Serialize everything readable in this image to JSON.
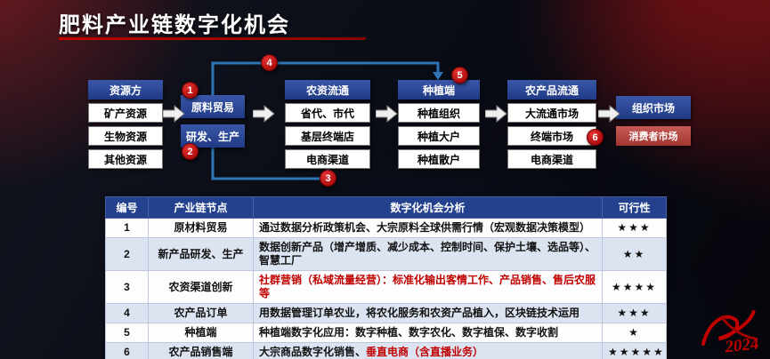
{
  "slide": {
    "title": "肥料产业链数字化机会"
  },
  "colors": {
    "accent_red": "#C00000",
    "box_blue": "#24418E",
    "consumer_red": "#A23530",
    "connector_blue": "#2E75B6"
  },
  "diagram": {
    "columns": [
      {
        "header": "资源方",
        "items": [
          "矿产资源",
          "生物资源",
          "其他资源"
        ]
      },
      {
        "header": "农资流通",
        "items": [
          "省代、市代",
          "基层终端店",
          "电商渠道"
        ]
      },
      {
        "header": "种植端",
        "items": [
          "种植组织",
          "种植大户",
          "种植散户"
        ]
      },
      {
        "header": "农产品流通",
        "items": [
          "大流通市场",
          "终端市场",
          "电商渠道"
        ]
      }
    ],
    "mid_boxes": {
      "trade": "原料贸易",
      "rnd": "研发、生产"
    },
    "end_boxes": {
      "org": "组织市场",
      "consumer": "消费者市场"
    },
    "badges": [
      "1",
      "2",
      "3",
      "4",
      "5",
      "6"
    ]
  },
  "table": {
    "headers": [
      "编号",
      "产业链节点",
      "数字化机会分析",
      "可行性"
    ],
    "rows": [
      {
        "no": "1",
        "node": "原材料贸易",
        "analysis": "通过数据分析政策机会、大宗原料全球供需行情（宏观数据决策模型）",
        "rating": "★★★"
      },
      {
        "no": "2",
        "node": "新产品研发、生产",
        "analysis": "数据创新产品（增产增质、减少成本、控制时间、保护土壤、选品等）、智慧工厂",
        "rating": "★★"
      },
      {
        "no": "3",
        "node": "农资渠道创新",
        "analysis_red": "社群营销（私域流量经营）：标准化输出客情工作、产品销售、售后农服等",
        "rating": "★★★★"
      },
      {
        "no": "4",
        "node": "农产品订单",
        "analysis": "用数据管理订单农业，将农化服务和农资产品植入，区块链技术运用",
        "rating": "★★★"
      },
      {
        "no": "5",
        "node": "种植端",
        "analysis": "种植端数字化应用：数字种植、数字农化、数字植保、数字收割",
        "rating": "★"
      },
      {
        "no": "6",
        "node": "农产品销售端",
        "analysis": "大宗商品数字化销售、",
        "analysis_red": "垂直电商（含直播业务）",
        "rating": "★★★★★"
      }
    ]
  },
  "watermark": "2024"
}
